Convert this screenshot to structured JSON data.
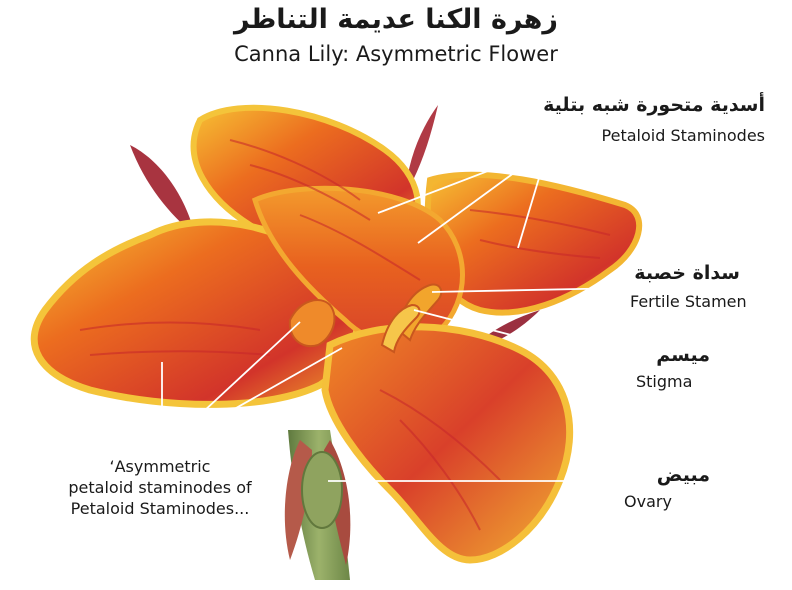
{
  "title": {
    "arabic": "زهرة الكنا عديمة التناظر",
    "english": "Canna Lily: Asymmetric Flower"
  },
  "labels": {
    "petaloid_staminodes": {
      "arabic": "أسدية متحورة شبه بتلية",
      "english": "Petaloid Staminodes"
    },
    "fertile_stamen": {
      "arabic": "سداة خصبة",
      "english": "Fertile Stamen"
    },
    "stigma": {
      "arabic": "ميسم",
      "english": "Stigma"
    },
    "ovary": {
      "arabic": "مبيض",
      "english": "Ovary"
    },
    "asymmetric_note": {
      "line1": "‘Asymmetric",
      "line2": "petaloid staminodes of",
      "line3": "Petaloid Staminodes..."
    }
  },
  "colors": {
    "petal_red": "#d2342a",
    "petal_orange": "#ec6d1f",
    "petal_yellow": "#f6c134",
    "bud_crimson": "#a83440",
    "stem_green": "#7f9a58",
    "leader_line": "#ffffff"
  }
}
